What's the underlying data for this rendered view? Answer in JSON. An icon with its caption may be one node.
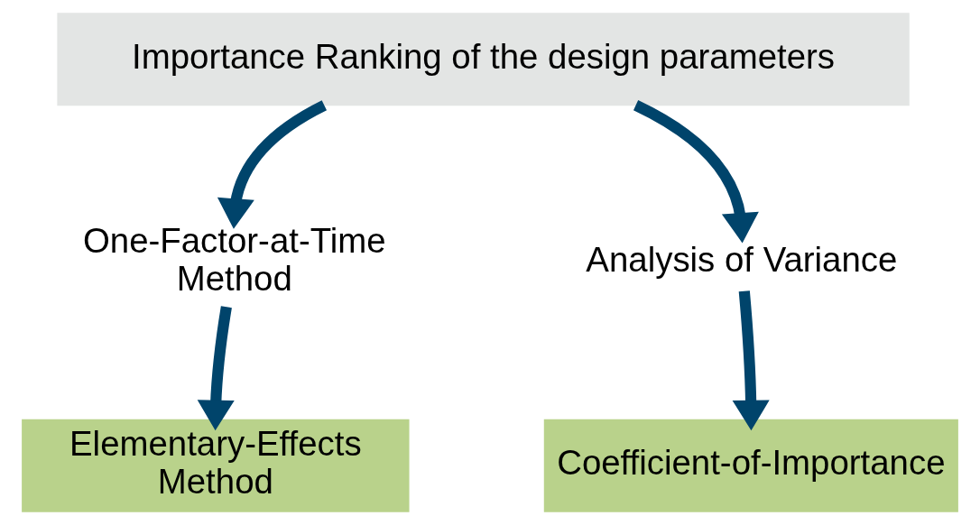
{
  "diagram": {
    "nodes": [
      {
        "text": [
          "Importance Ranking of the design parameters"
        ]
      },
      {
        "text": [
          "One-Factor-at-Time Method"
        ]
      },
      {
        "text": [
          "Analysis of Variance"
        ]
      },
      {
        "text": [
          "Elementary-Effects Method"
        ]
      },
      {
        "text": [
          "Coefficient-of-Importance"
        ]
      }
    ],
    "edges": [
      {
        "from": 0,
        "to": 1,
        "arrow": "to"
      },
      {
        "from": 0,
        "to": 2,
        "arrow": "to"
      },
      {
        "from": 1,
        "to": 3,
        "arrow": "to"
      },
      {
        "from": 2,
        "to": 4,
        "arrow": "to"
      }
    ]
  }
}
